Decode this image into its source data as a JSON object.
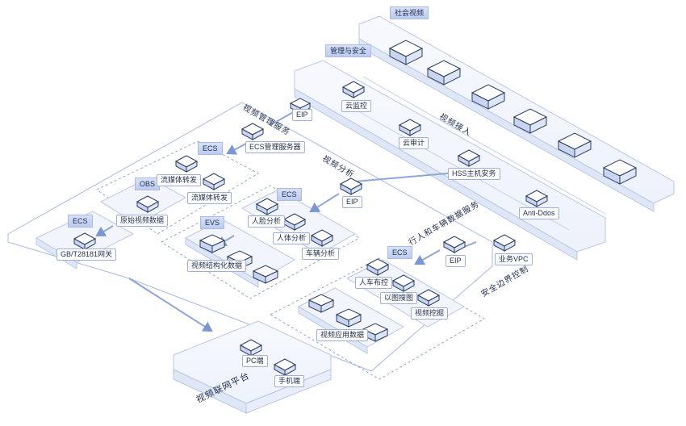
{
  "groups": {
    "social_video": "社会视频",
    "mgmt_security": "管理与安全",
    "video_mgmt_service": "视频管理服务",
    "video_analysis": "视频分析",
    "video_access": "视频接入",
    "person_vehicle_service": "行人和车辆数据服务",
    "security_boundary": "安全边界控制",
    "iot_platform": "视频联网平台"
  },
  "tags": {
    "ecs_top": "ECS",
    "obs": "OBS",
    "ecs_left": "ECS",
    "evs": "EVS",
    "ecs_mid": "ECS",
    "ecs_bottom": "ECS"
  },
  "nodes": {
    "eip_top": "EIP",
    "cloud_monitor": "云监控",
    "cloud_audit": "云审计",
    "ecs_mgmt_server": "ECS管理服务器",
    "hss": "HSS主机安务",
    "stream_forward_1": "流媒体转发",
    "stream_forward_2": "流媒体转发",
    "raw_video": "原始视频数据",
    "eip_mid": "EIP",
    "anti_ddos": "Anti-Ddos",
    "gb_gateway": "GB/T28181网关",
    "face_analysis": "人脸分析",
    "body_analysis": "人体分析",
    "vehicle_analysis": "车辆分析",
    "structured_video": "视频结构化数据",
    "eip_low": "EIP",
    "business_vpc": "业务VPC",
    "person_vehicle_control": "人车布控",
    "image_search": "以图搜图",
    "video_mining": "视频挖掘",
    "video_app_data": "视频应用数据",
    "pc_client": "PC端",
    "mobile_client": "手机端"
  },
  "colors": {
    "line": "#8fa6d9",
    "arrow": "#7b96d6",
    "plate_top": "#f4f7fd",
    "plate_side": "#dfe7f7",
    "icon_top": "#ffffff",
    "icon_side": "#c9d5ef",
    "icon_stroke": "#2b3d66"
  }
}
